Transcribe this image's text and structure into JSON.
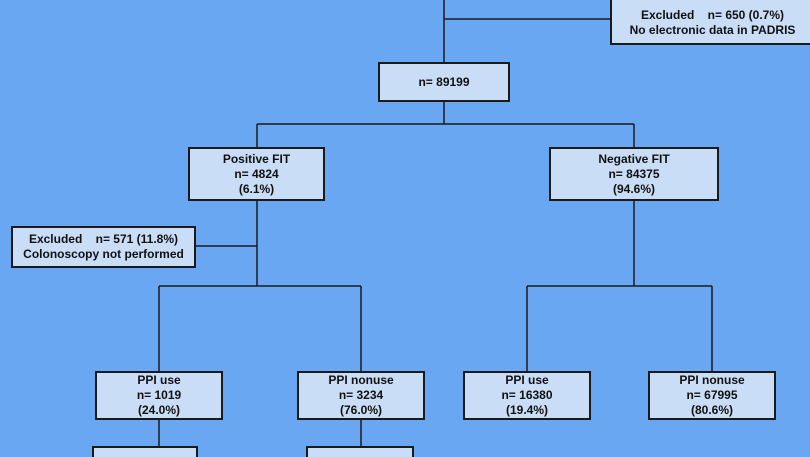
{
  "nodes": {
    "excluded_top": {
      "line1": "Excluded    n= 650 (0.7%)",
      "line2": "No electronic data in PADRIS"
    },
    "total": {
      "line1": "n= 89199"
    },
    "positive_fit": {
      "line1": "Positive FIT",
      "line2": "n= 4824",
      "line3": "(6.1%)"
    },
    "negative_fit": {
      "line1": "Negative FIT",
      "line2": "n= 84375",
      "line3": "(94.6%)"
    },
    "excluded_colonoscopy": {
      "line1": "Excluded    n= 571 (11.8%)",
      "line2": "Colonoscopy not performed"
    },
    "pos_ppi_use": {
      "line1": "PPI use",
      "line2": "n= 1019",
      "line3": "(24.0%)"
    },
    "pos_ppi_nonuse": {
      "line1": "PPI nonuse",
      "line2": "n= 3234",
      "line3": "(76.0%)"
    },
    "neg_ppi_use": {
      "line1": "PPI use",
      "line2": "n= 16380",
      "line3": "(19.4%)"
    },
    "neg_ppi_nonuse": {
      "line1": "PPI nonuse",
      "line2": "n= 67995",
      "line3": "(80.6%)"
    }
  },
  "colors": {
    "background": "#6aa7f3",
    "box_fill": "#c9ddf6",
    "line": "#1a1a1a"
  }
}
